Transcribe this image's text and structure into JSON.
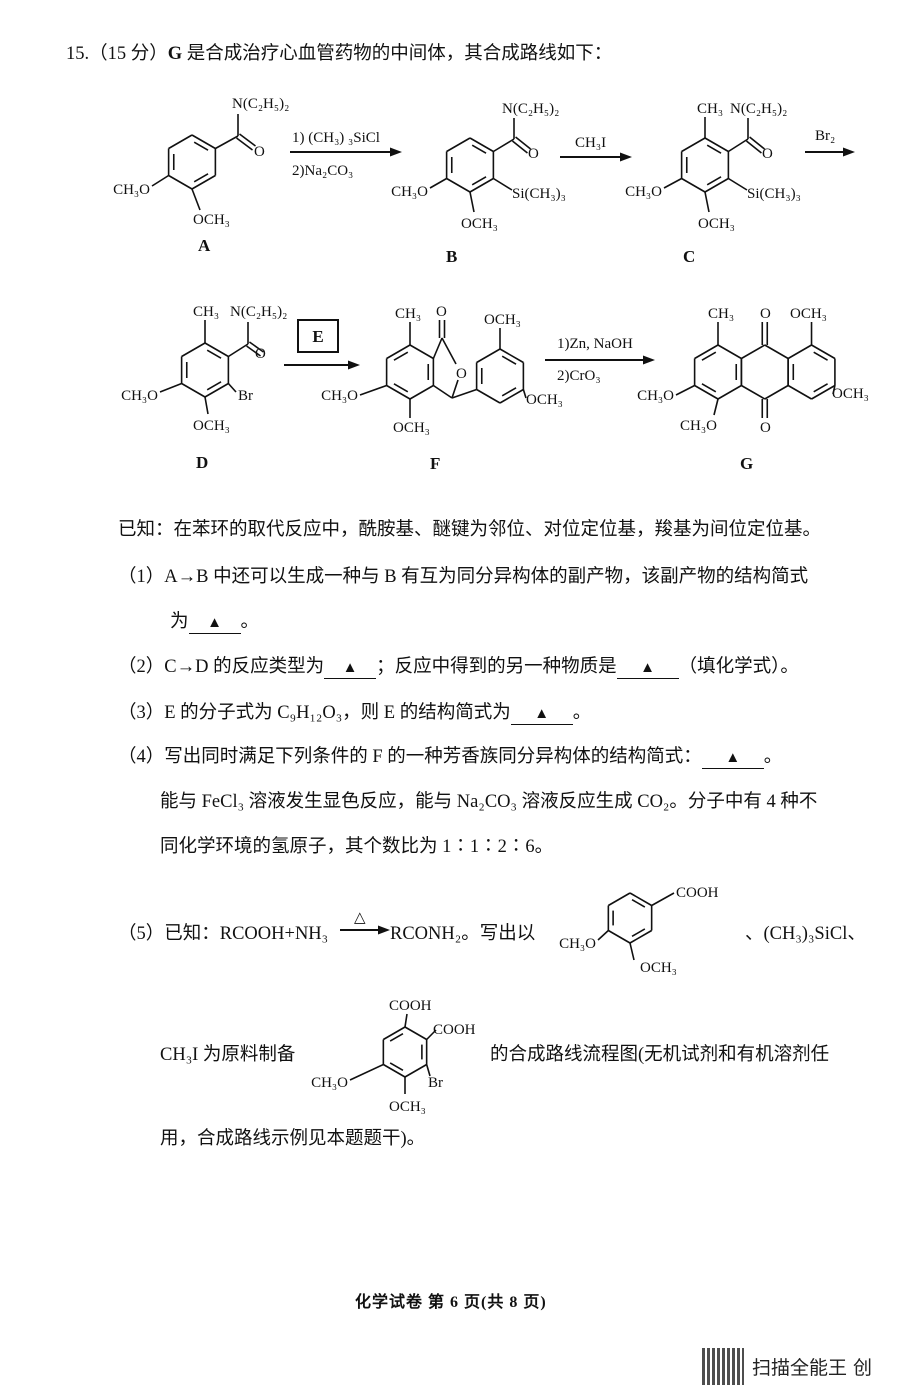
{
  "header": {
    "number": "15.",
    "points": "（15 分）",
    "subject": "G",
    "intro": " 是合成治疗心血管药物的中间体，其合成路线如下："
  },
  "scheme": {
    "A": {
      "label": "A",
      "amine": "N(C₂H₅)₂",
      "carbonyl_o": "O",
      "methoxy_left": "CH₃O",
      "methoxy_bottom": "OCH₃"
    },
    "B": {
      "label": "B",
      "amine": "N(C₂H₅)₂",
      "carbonyl_o": "O",
      "methoxy_left": "CH₃O",
      "methoxy_bottom": "OCH₃",
      "silyl": "Si(CH₃)₃"
    },
    "C": {
      "label": "C",
      "methyl": "CH₃",
      "amine": "N(C₂H₅)₂",
      "carbonyl_o": "O",
      "methoxy_left": "CH₃O",
      "methoxy_bottom": "OCH₃",
      "silyl": "Si(CH₃)₃"
    },
    "D": {
      "label": "D",
      "methyl": "CH₃",
      "amine": "N(C₂H₅)₂",
      "carbonyl_o": "O",
      "methoxy_left": "CH₃O",
      "methoxy_bottom": "OCH₃",
      "bromo": "Br"
    },
    "F": {
      "label": "F",
      "methyl": "CH₃",
      "carbonyl_o": "O",
      "ring_o": "O",
      "methoxy_left": "CH₃O",
      "methoxy_bottom": "OCH₃",
      "methoxy_top_right": "OCH₃",
      "methoxy_right": "OCH₃"
    },
    "G": {
      "label": "G",
      "methyl": "CH₃",
      "quinone_o_top": "O",
      "quinone_o_bottom": "O",
      "methoxy_top_right": "OCH₃",
      "methoxy_right": "OCH₃",
      "methoxy_left": "CH₃O",
      "methoxy_bottom_left": "CH₃O"
    },
    "reagents": {
      "a_to_b_1": "1) (CH₃) ₃SiCl",
      "a_to_b_2": "2)Na₂CO₃",
      "b_to_c": "CH₃I",
      "c_to_d": "Br₂",
      "d_to_f": "E",
      "f_to_g_1": "1)Zn, NaOH",
      "f_to_g_2": "2)CrO₃"
    }
  },
  "known": "已知：在苯环的取代反应中，酰胺基、醚键为邻位、对位定位基，羧基为间位定位基。",
  "q1": {
    "line1": "（1）A→B 中还可以生成一种与 B 有互为同分异构体的副产物，该副产物的结构简式",
    "pre": "为",
    "post": "。"
  },
  "q2": {
    "pre": "（2）C→D 的反应类型为",
    "mid": "；反应中得到的另一种物质是",
    "post": "（填化学式）。"
  },
  "q3": {
    "pre": "（3）E 的分子式为 C₉H₁₂O₃，则 E 的结构简式为",
    "post": "。"
  },
  "q4": {
    "pre": "（4）写出同时满足下列条件的 F 的一种芳香族同分异构体的结构简式：",
    "post": "。",
    "cond1": "能与 FeCl₃ 溶液发生显色反应，能与 Na₂CO₃ 溶液反应生成 CO₂。分子中有 4 种不",
    "cond2": "同化学环境的氢原子，其个数比为 1∶1∶2∶6。"
  },
  "q5": {
    "pre": "（5）已知：RCOOH+NH₃",
    "heat": "△",
    "product": "RCONH₂。写出以",
    "after_sm": "、(CH₃)₃SiCl、",
    "line2_pre": "CH₃I 为原料制备",
    "line2_post": "的合成路线流程图(无机试剂和有机溶剂任",
    "line3": "用，合成路线示例见本题题干)。",
    "sm": {
      "cooh": "COOH",
      "methoxy_left": "CH₃O",
      "methoxy_bottom": "OCH₃"
    },
    "target": {
      "cooh_top": "COOH",
      "cooh_right": "COOH",
      "methoxy_left": "CH₃O",
      "bromo": "Br",
      "methoxy_bottom": "OCH₃"
    }
  },
  "answer_mark": "▲",
  "footer": "化学试卷 第 6 页(共 8 页)",
  "watermark": "扫描全能王 创"
}
